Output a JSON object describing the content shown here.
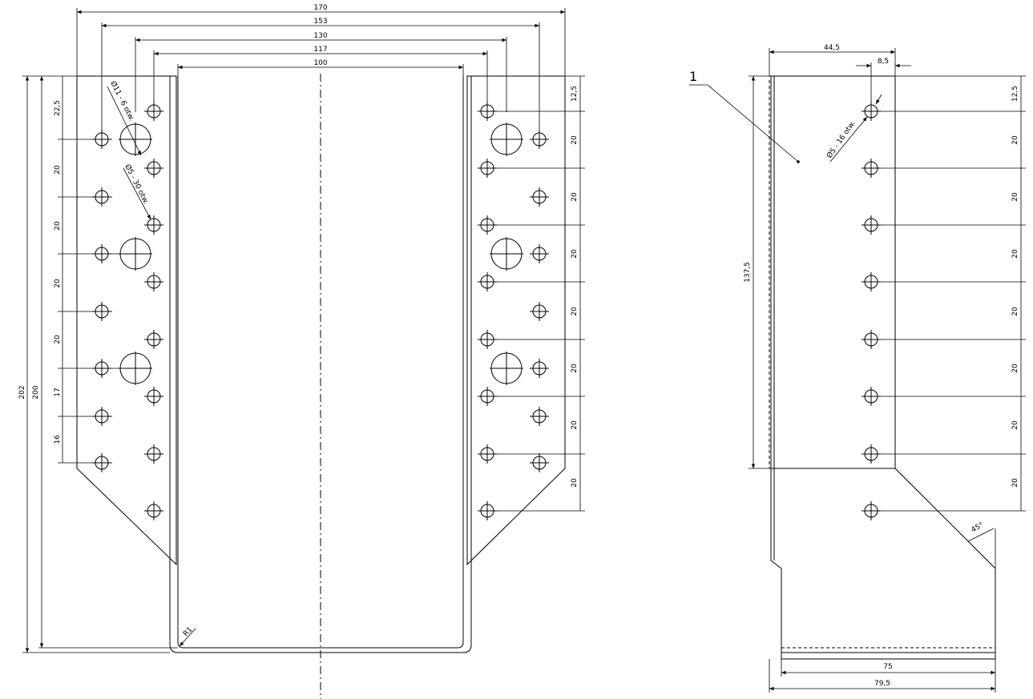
{
  "front_view": {
    "top_dims": [
      "170",
      "153",
      "130",
      "117",
      "100"
    ],
    "left_dims": [
      "22,5",
      "20",
      "20",
      "20",
      "20",
      "17",
      "16"
    ],
    "right_dims": [
      "12,5",
      "20",
      "20",
      "20",
      "20",
      "20",
      "20",
      "20"
    ],
    "height_outer": "202",
    "height_inner": "200",
    "hole_large_note": "Ø11 - 6 otw.",
    "hole_small_note": "Ø5 - 30 otw.",
    "radius_note": "R1"
  },
  "side_view": {
    "part_number": "1",
    "top_dims": [
      "44,5",
      "8,5"
    ],
    "height_dim": "137,5",
    "right_dims": [
      "12,5",
      "20",
      "20",
      "20",
      "20",
      "20",
      "20",
      "20"
    ],
    "hole_note": "Ø5 - 16 otw.",
    "angle_note": "45°",
    "bottom_dims": [
      "75",
      "79,5"
    ]
  }
}
